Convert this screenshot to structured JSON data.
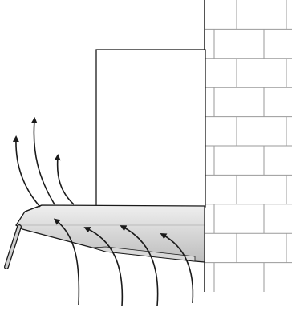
{
  "diagram": {
    "components": [
      "brick-wall",
      "wall-cabinet",
      "range-hood",
      "hood-light-cover",
      "rising-air-arrows",
      "escaping-air-arrows"
    ],
    "colors": {
      "line": "#1a1a1a",
      "mortar": "#9a9a9a",
      "brick": "#ffffff",
      "cabinet": "#ffffff",
      "hood_light": "#efefef",
      "hood_dark": "#bdbdbd",
      "light_cover": "#d8d8d8"
    },
    "rising_air_arrows_count": 4,
    "escaping_air_arrows_count": 3
  }
}
